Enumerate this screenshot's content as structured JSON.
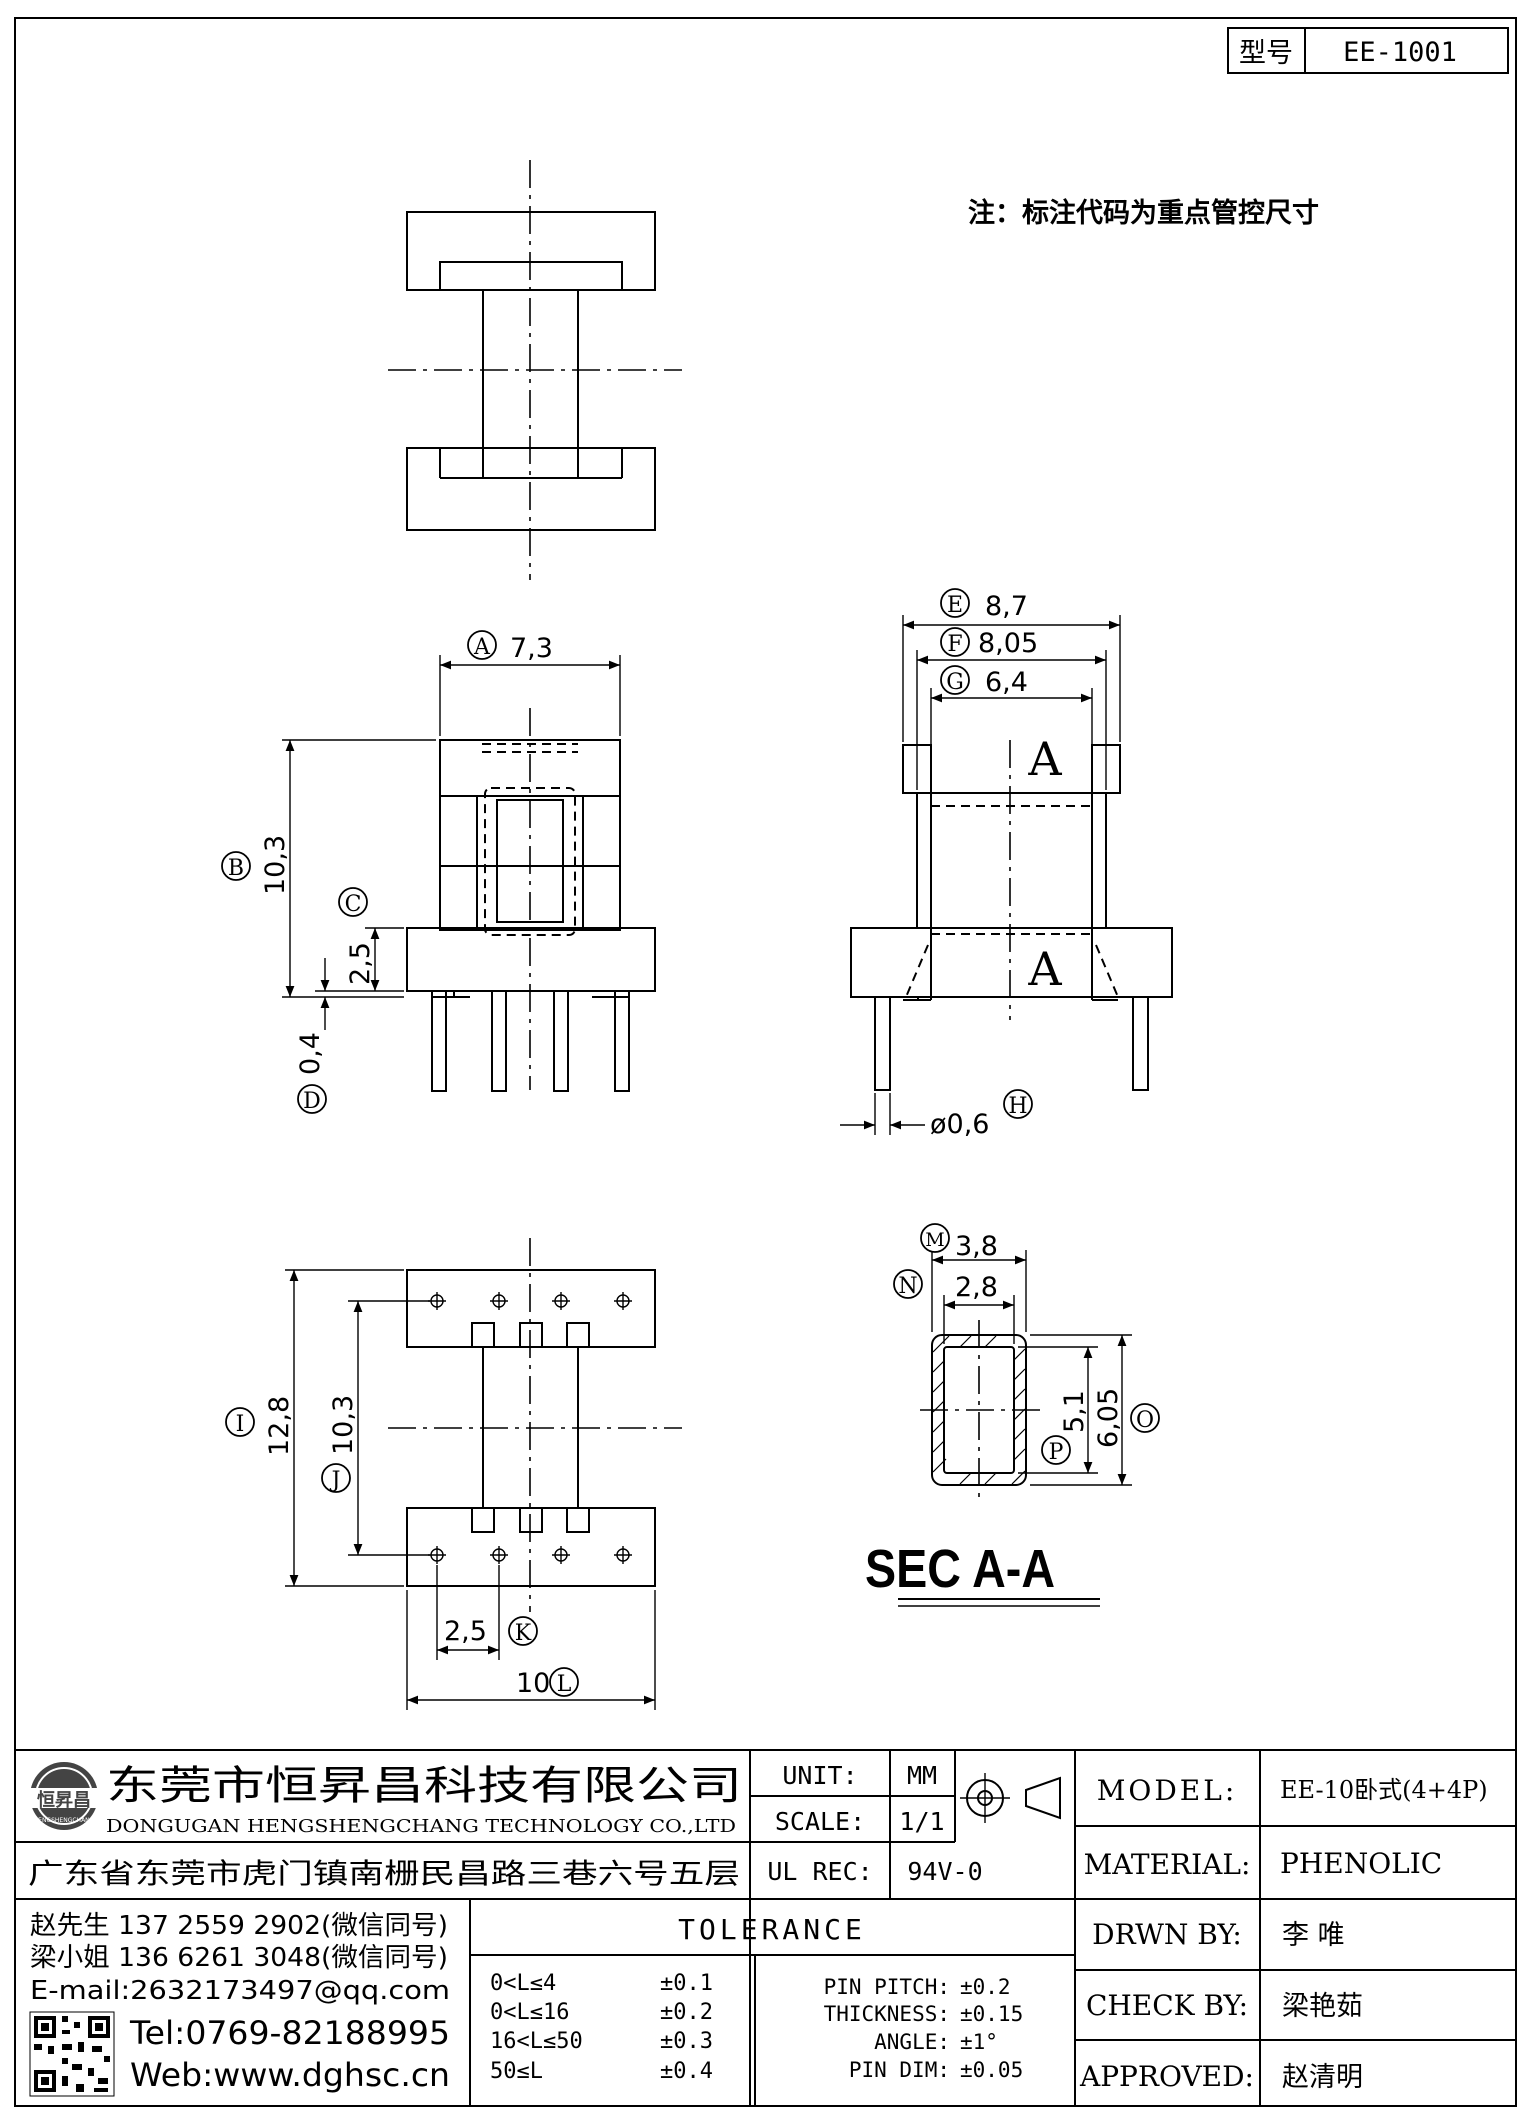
{
  "model_box": {
    "label": "型号",
    "value": "EE-1001"
  },
  "note": "注：标注代码为重点管控尺寸",
  "dims": {
    "A": {
      "code": "A",
      "value": "7,3"
    },
    "B": {
      "code": "B",
      "value": "10,3"
    },
    "C": {
      "code": "C",
      "value": "2,5"
    },
    "D": {
      "code": "D",
      "value": "0,4"
    },
    "E": {
      "code": "E",
      "value": "8,7"
    },
    "F": {
      "code": "F",
      "value": "8,05"
    },
    "G": {
      "code": "G",
      "value": "6,4"
    },
    "H": {
      "code": "H",
      "value": "ø0,6"
    },
    "I": {
      "code": "I",
      "value": "12,8"
    },
    "J": {
      "code": "J",
      "value": "10,3"
    },
    "K": {
      "code": "K",
      "value": "2,5"
    },
    "L": {
      "code": "L",
      "value": "10"
    },
    "M": {
      "code": "M",
      "value": "3,8"
    },
    "N": {
      "code": "N",
      "value": "2,8"
    },
    "O": {
      "code": "O",
      "value": "6,05"
    },
    "P": {
      "code": "P",
      "value": "5,1"
    }
  },
  "section_marks": {
    "upper": "A",
    "lower": "A"
  },
  "section_title": "SEC A-A",
  "title_block": {
    "company_cn": "东莞市恒昇昌科技有限公司",
    "company_en": "DONGUGAN HENGSHENGCHANG TECHNOLOGY CO.,LTD",
    "address": "广东省东莞市虎门镇南栅民昌路三巷六号五层",
    "logo_text": "恒昇昌",
    "logo_sub": "HENGSHENGCHANG",
    "contacts": [
      "赵先生 137 2559 2902(微信同号)",
      "梁小姐 136 6261 3048(微信同号)",
      "E-mail:2632173497@qq.com"
    ],
    "tel": "Tel:0769-82188995",
    "web": "Web:www.dghsc.cn",
    "unit_label": "UNIT:",
    "unit_value": "MM",
    "scale_label": "SCALE:",
    "scale_value": "1/1",
    "ulrec_label": "UL REC:",
    "ulrec_value": "94V-0",
    "tolerance_title": "TOLERANCE",
    "tolerance_rows": [
      {
        "range": "0<L≤4",
        "tol": "±0.1"
      },
      {
        "range": "0<L≤16",
        "tol": "±0.2"
      },
      {
        "range": "16<L≤50",
        "tol": "±0.3"
      },
      {
        "range": "50≤L",
        "tol": "±0.4"
      }
    ],
    "tolerance_specs": [
      {
        "name": "PIN PITCH:",
        "tol": "±0.2"
      },
      {
        "name": "THICKNESS:",
        "tol": "±0.15"
      },
      {
        "name": "ANGLE:",
        "tol": "±1°"
      },
      {
        "name": "PIN DIM:",
        "tol": "±0.05"
      }
    ],
    "model_label": "MODEL:",
    "model_value": "EE-10卧式(4+4P)",
    "material_label": "MATERIAL:",
    "material_value": "PHENOLIC",
    "drawn_label": "DRWN BY:",
    "drawn_value": "李 唯",
    "check_label": "CHECK BY:",
    "check_value": "梁艳茹",
    "approved_label": "APPROVED:",
    "approved_value": "赵清明"
  }
}
